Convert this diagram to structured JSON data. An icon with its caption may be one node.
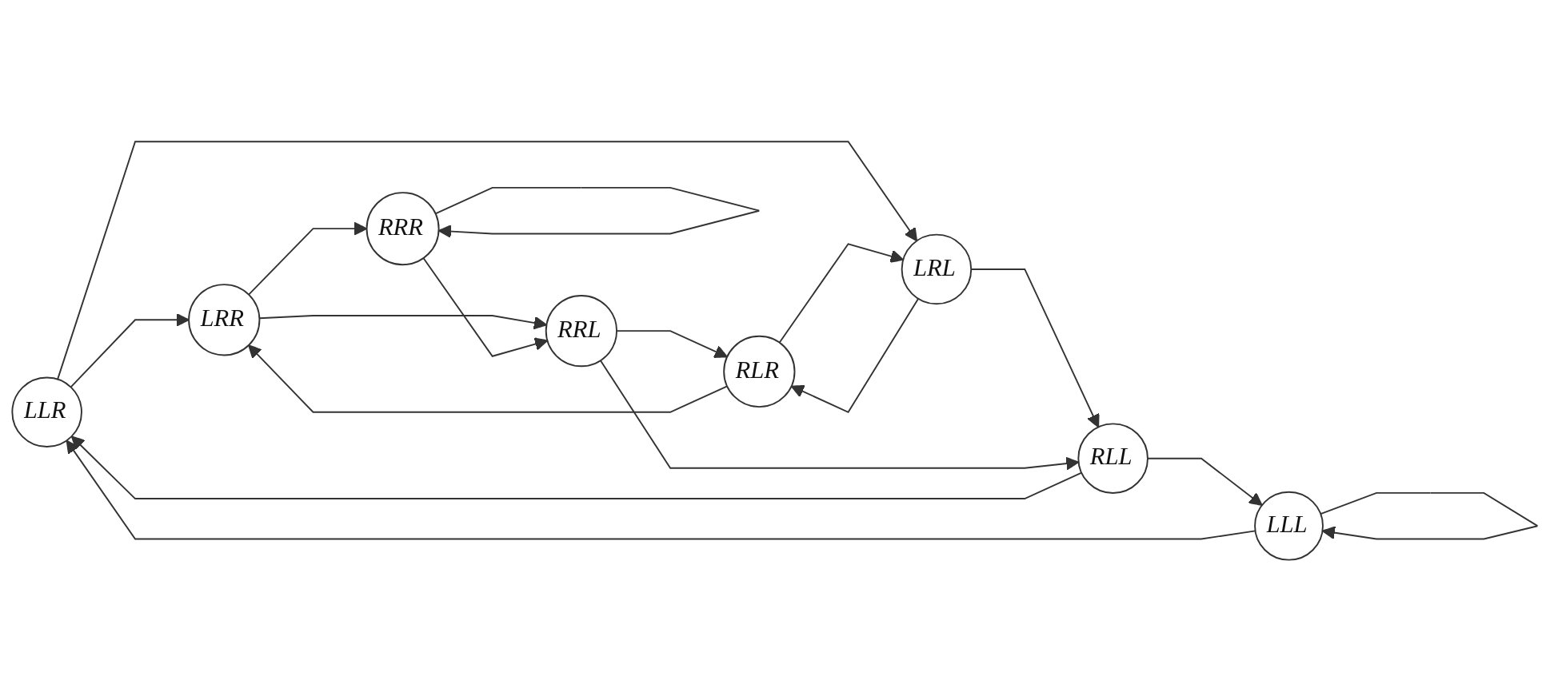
{
  "diagram": {
    "nodes": [
      {
        "text": [
          "LLR"
        ]
      },
      {
        "text": [
          "LRR"
        ]
      },
      {
        "text": [
          "LLL"
        ]
      },
      {
        "text": [
          "LRL"
        ]
      },
      {
        "text": [
          "RLR"
        ]
      },
      {
        "text": [
          "RRR"
        ]
      },
      {
        "text": [
          "RLL"
        ]
      },
      {
        "text": [
          "RRL"
        ]
      }
    ],
    "edges": [
      {
        "from": 2,
        "to": 2,
        "arrow": "to"
      },
      {
        "from": 2,
        "to": 0,
        "arrow": "to"
      },
      {
        "from": 6,
        "to": 2,
        "arrow": "to"
      },
      {
        "from": 6,
        "to": 0,
        "arrow": "to"
      },
      {
        "from": 0,
        "to": 1,
        "arrow": "to"
      },
      {
        "from": 0,
        "to": 3,
        "arrow": "to"
      },
      {
        "from": 3,
        "to": 6,
        "arrow": "to"
      },
      {
        "from": 4,
        "to": 3,
        "arrow": "to"
      },
      {
        "from": 3,
        "to": 4,
        "arrow": "to"
      },
      {
        "from": 4,
        "to": 1,
        "arrow": "to"
      },
      {
        "from": 1,
        "to": 7,
        "arrow": "to"
      },
      {
        "from": 1,
        "to": 5,
        "arrow": "to"
      },
      {
        "from": 5,
        "to": 5,
        "arrow": "to"
      },
      {
        "from": 5,
        "to": 7,
        "arrow": "to"
      },
      {
        "from": 7,
        "to": 4,
        "arrow": "to"
      },
      {
        "from": 7,
        "to": 6,
        "arrow": "to"
      }
    ]
  }
}
